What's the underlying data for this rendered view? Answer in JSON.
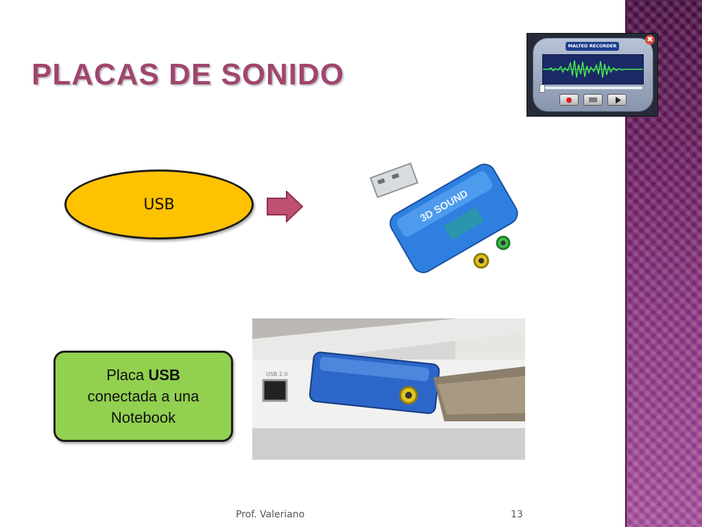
{
  "slide": {
    "title": "PLACAS DE SONIDO",
    "oval_label": "USB",
    "box_text_before": "Placa ",
    "box_text_bold": "USB",
    "box_text_line2": "conectada a una",
    "box_text_line3": "Notebook",
    "footer_author": "Prof. Valeriano",
    "page_number": "13"
  },
  "recorder": {
    "title": "MALTED RECORDER",
    "close_glyph": "✖",
    "buttons": [
      "record-icon",
      "stop-icon",
      "play-icon"
    ]
  },
  "photos": {
    "card_label": "3D SOUND",
    "usb_standard": "USB 2.0"
  },
  "colors": {
    "title": "#a0466e",
    "oval_fill": "#ffc200",
    "box_fill": "#92d050",
    "arrow_fill": "#c0506f",
    "side_panel": "#8d3584"
  }
}
